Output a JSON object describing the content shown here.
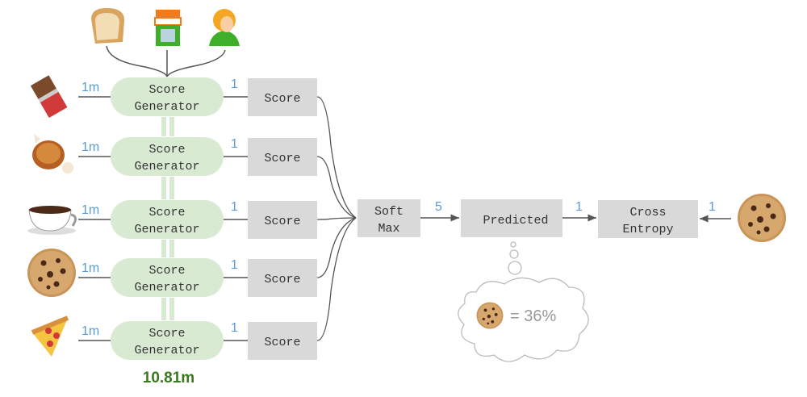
{
  "context_inputs": [
    {
      "icon": "bread-icon"
    },
    {
      "icon": "shop-icon"
    },
    {
      "icon": "person-icon"
    }
  ],
  "rows": [
    {
      "icon": "chocolate-icon",
      "input_dim": "1m",
      "generator_line1": "Score",
      "generator_line2": "Generator",
      "output_dim": "1",
      "score_label": "Score"
    },
    {
      "icon": "meat-on-bone-icon",
      "input_dim": "1m",
      "generator_line1": "Score",
      "generator_line2": "Generator",
      "output_dim": "1",
      "score_label": "Score"
    },
    {
      "icon": "coffee-icon",
      "input_dim": "1m",
      "generator_line1": "Score",
      "generator_line2": "Generator",
      "output_dim": "1",
      "score_label": "Score"
    },
    {
      "icon": "cookie-icon",
      "input_dim": "1m",
      "generator_line1": "Score",
      "generator_line2": "Generator",
      "output_dim": "1",
      "score_label": "Score"
    },
    {
      "icon": "pizza-icon",
      "input_dim": "1m",
      "generator_line1": "Score",
      "generator_line2": "Generator",
      "output_dim": "1",
      "score_label": "Score"
    }
  ],
  "total_params": "10.81m",
  "softmax": {
    "line1": "Soft",
    "line2": "Max",
    "output_dim": "5"
  },
  "predicted": {
    "label": "Predicted",
    "output_dim": "1"
  },
  "cross_entropy": {
    "line1": "Cross",
    "line2": "Entropy"
  },
  "target": {
    "icon": "cookie-icon",
    "dim": "1"
  },
  "thought": {
    "icon": "cookie-icon",
    "text": "= 36%"
  },
  "colors": {
    "generator": "#d9ead3",
    "box": "#d9d9d9",
    "dim_label": "#5b9bd5",
    "total": "#3a7a1e",
    "line": "#555555"
  }
}
